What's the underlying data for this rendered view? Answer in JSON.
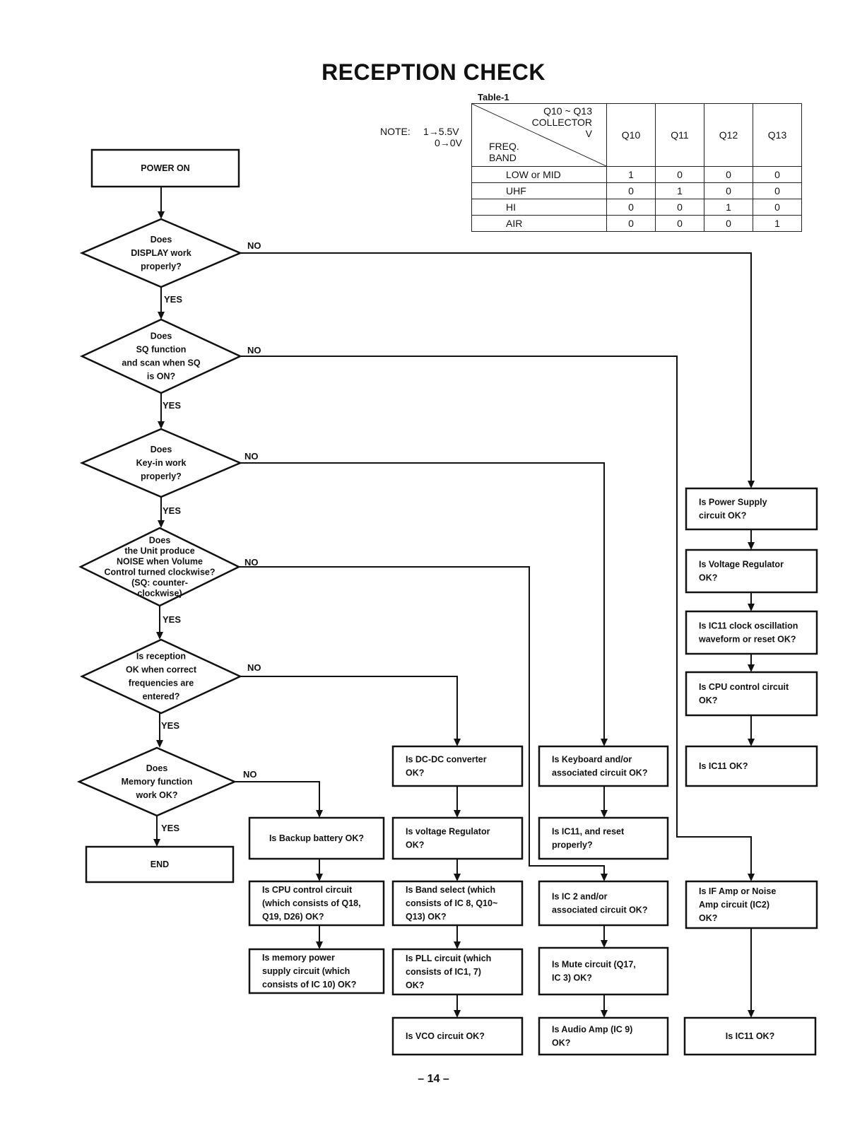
{
  "title": "RECEPTION CHECK",
  "note": {
    "label": "NOTE:",
    "line1": "1→5.5V",
    "line2": "0→0V"
  },
  "table": {
    "title": "Table-1",
    "header_top": [
      "Q10  ~ Q13",
      "COLLECTOR",
      "V"
    ],
    "header_bottom": [
      "FREQ.",
      "BAND"
    ],
    "columns": [
      "Q10",
      "Q11",
      "Q12",
      "Q13"
    ],
    "rows": [
      {
        "band": "LOW or MID",
        "values": [
          "1",
          "0",
          "0",
          "0"
        ]
      },
      {
        "band": "UHF",
        "values": [
          "0",
          "1",
          "0",
          "0"
        ]
      },
      {
        "band": "HI",
        "values": [
          "0",
          "0",
          "1",
          "0"
        ]
      },
      {
        "band": "AIR",
        "values": [
          "0",
          "0",
          "0",
          "1"
        ]
      }
    ]
  },
  "flow": {
    "start": "POWER ON",
    "end": "END",
    "yes": "YES",
    "no": "NO",
    "decisions": [
      {
        "lines": [
          "Does",
          "DISPLAY work",
          "properly?"
        ]
      },
      {
        "lines": [
          "Does",
          "SQ function",
          "and scan when SQ",
          "is ON?"
        ]
      },
      {
        "lines": [
          "Does",
          "Key-in work",
          "properly?"
        ]
      },
      {
        "lines": [
          "Does",
          "the Unit produce",
          "NOISE when Volume",
          "Control turned clockwise?",
          "(SQ: counter-",
          "clockwise)"
        ]
      },
      {
        "lines": [
          "Is reception",
          "OK when correct",
          "frequencies are",
          "entered?"
        ]
      },
      {
        "lines": [
          "Does",
          "Memory function",
          "work OK?"
        ]
      }
    ],
    "col_display": [
      {
        "lines": [
          "Is Power Supply",
          "circuit OK?"
        ]
      },
      {
        "lines": [
          "Is Voltage Regulator",
          "OK?"
        ]
      },
      {
        "lines": [
          "Is IC11 clock oscillation",
          "waveform or reset OK?"
        ]
      },
      {
        "lines": [
          "Is CPU control circuit",
          "OK?"
        ]
      },
      {
        "lines": [
          "Is IC11 OK?"
        ]
      }
    ],
    "col_sq": [
      {
        "lines": [
          "Is IF Amp or Noise",
          "Amp circuit (IC2)",
          "OK?"
        ]
      },
      {
        "lines": [
          "Is IC11 OK?"
        ]
      }
    ],
    "col_key": [
      {
        "lines": [
          "Is Keyboard and/or",
          "associated circuit OK?"
        ]
      },
      {
        "lines": [
          "Is IC11, and reset",
          "properly?"
        ]
      }
    ],
    "col_noise": [
      {
        "lines": [
          "Is IC 2  and/or",
          "associated circuit OK?"
        ]
      },
      {
        "lines": [
          "Is Mute circuit (Q17,",
          "IC 3) OK?"
        ]
      },
      {
        "lines": [
          "Is Audio Amp (IC 9)",
          "OK?"
        ]
      }
    ],
    "col_reception": [
      {
        "lines": [
          "Is DC-DC converter",
          "OK?"
        ]
      },
      {
        "lines": [
          "Is voltage Regulator",
          "OK?"
        ]
      },
      {
        "lines": [
          "Is Band select (which",
          "consists of IC 8, Q10~",
          "Q13) OK?"
        ]
      },
      {
        "lines": [
          "Is PLL circuit (which",
          "consists of IC1, 7)",
          "OK?"
        ]
      },
      {
        "lines": [
          "Is VCO circuit  OK?"
        ]
      }
    ],
    "col_memory": [
      {
        "lines": [
          "Is Backup battery OK?"
        ]
      },
      {
        "lines": [
          "Is CPU control circuit",
          "(which consists of Q18,",
          "Q19, D26) OK?"
        ]
      },
      {
        "lines": [
          "Is memory power",
          "supply circuit (which",
          "consists of IC 10) OK?"
        ]
      }
    ]
  },
  "page_number": "– 14 –"
}
